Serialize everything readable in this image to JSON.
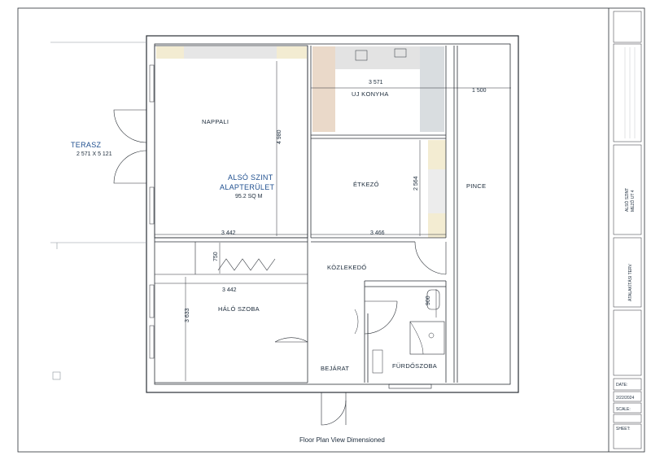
{
  "rooms": {
    "nappali": "NAPPALI",
    "terasz": "TERASZ",
    "terasz_size": "2 571 X 5 121",
    "also_szint": "ALSÓ SZINT",
    "alapterulet": "ALAPTERÜLET",
    "area": "95.2 SQ M",
    "konyha": "UJ KONYHA",
    "etkezo": "ÉTKEZŐ",
    "pince": "PINCE",
    "kozlekedo": "KÖZLEKEDŐ",
    "halo": "HÁLÓ SZOBA",
    "bejarat": "BEJÁRAT",
    "furdo": "FÜRDŐSZOBA"
  },
  "dimensions": {
    "d3571": "3 571",
    "d1500": "1 500",
    "d4980": "4 980",
    "d2564": "2 564",
    "d3442a": "3 442",
    "d3466": "3 466",
    "d750": "750",
    "d3442b": "3 442",
    "d3633": "3 633",
    "d900": "900"
  },
  "title_block": {
    "vertical_title": "ALSÓ SZINT",
    "vertical_address": "MEZŐ UT 4",
    "plan_title": "ÁTALAKÍTÁSI TERV",
    "date_label": "DATE:",
    "date_value": "2/22/2024",
    "scale_label": "SCALE:",
    "sheet_label": "SHEET:"
  },
  "caption": "Floor Plan View Dimensioned"
}
